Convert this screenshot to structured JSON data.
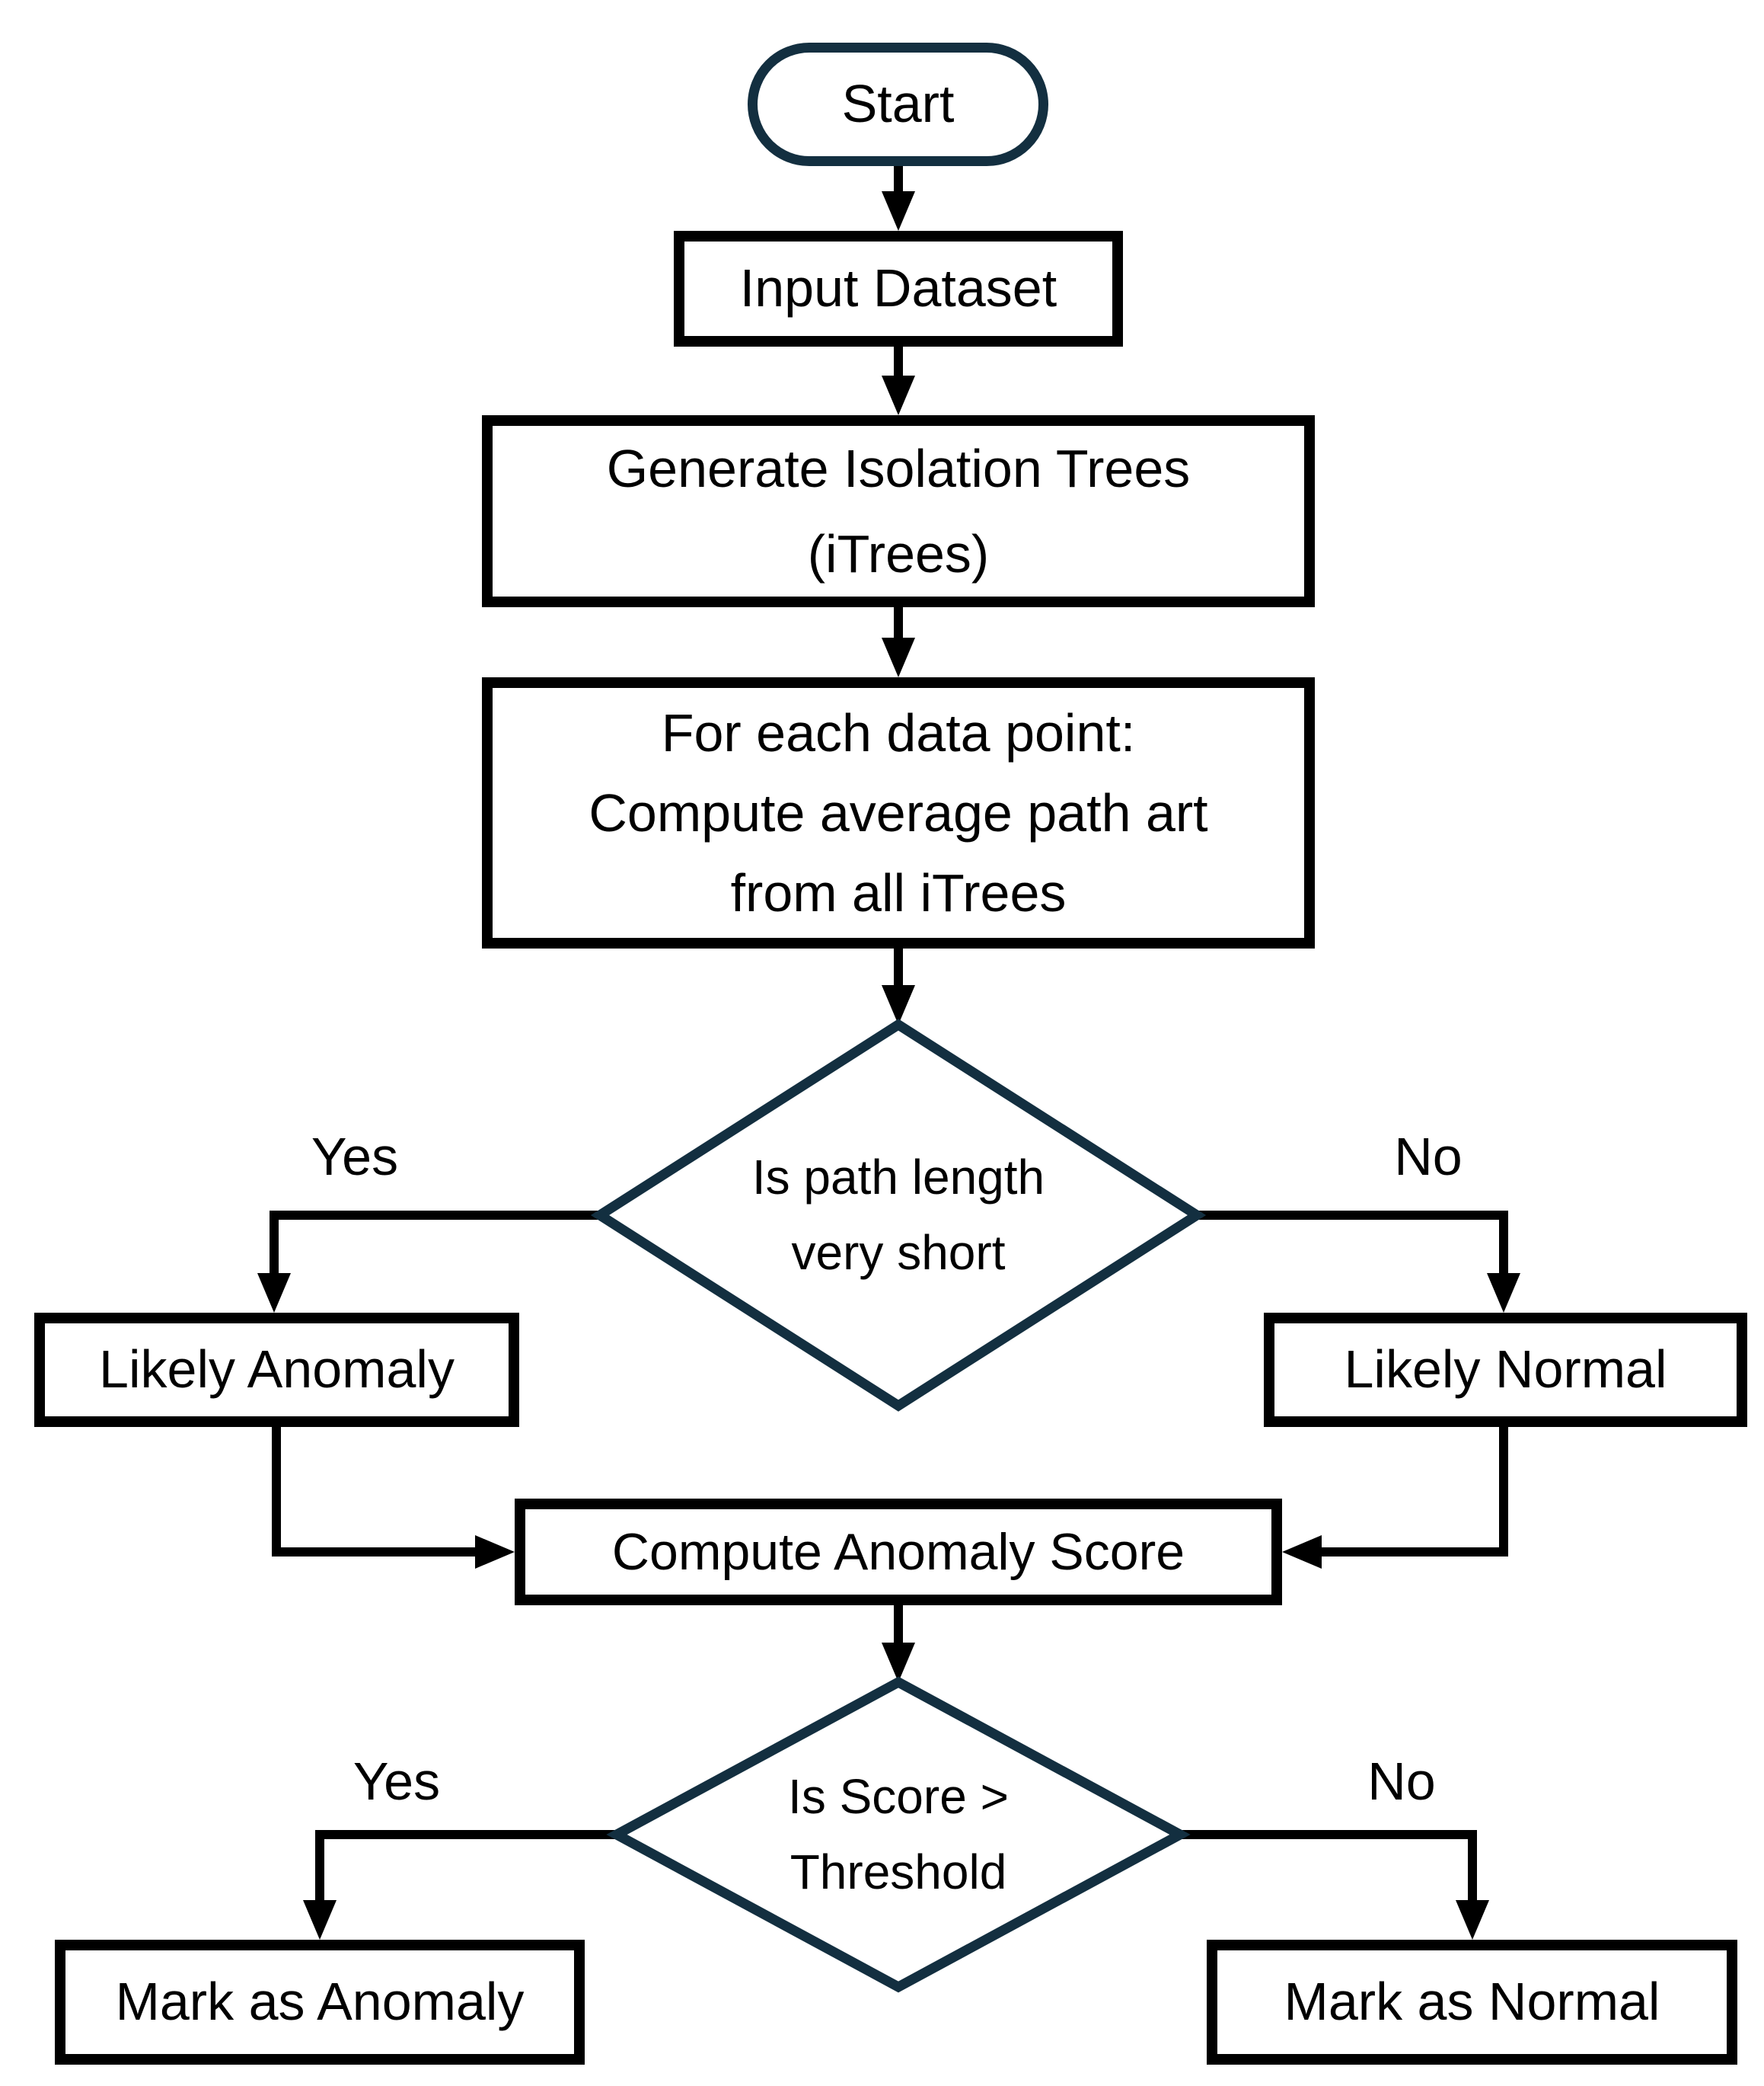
{
  "colors": {
    "background": "#ffffff",
    "process_border": "#000000",
    "decision_border": "#132f40",
    "terminator_border": "#132f40",
    "connector": "#000000",
    "text": "#000000"
  },
  "nodes": {
    "start": {
      "label": "Start"
    },
    "input_dataset": {
      "label": "Input Dataset"
    },
    "generate_itrees": {
      "line1": "Generate Isolation Trees",
      "line2": "(iTrees)"
    },
    "for_each_point": {
      "line1": "For each data point:",
      "line2": "Compute average path art",
      "line3": "from all iTrees"
    },
    "decision_path_length": {
      "line1": "Is path length",
      "line2": "very short"
    },
    "likely_anomaly": {
      "label": "Likely Anomaly"
    },
    "likely_normal": {
      "label": "Likely Normal"
    },
    "compute_score": {
      "label": "Compute Anomaly Score"
    },
    "decision_score_threshold": {
      "line1": "Is Score >",
      "line2": "Threshold"
    },
    "mark_anomaly": {
      "label": "Mark as Anomaly"
    },
    "mark_normal": {
      "label": "Mark as Normal"
    }
  },
  "edge_labels": {
    "path_length_yes": "Yes",
    "path_length_no": "No",
    "score_yes": "Yes",
    "score_no": "No"
  }
}
